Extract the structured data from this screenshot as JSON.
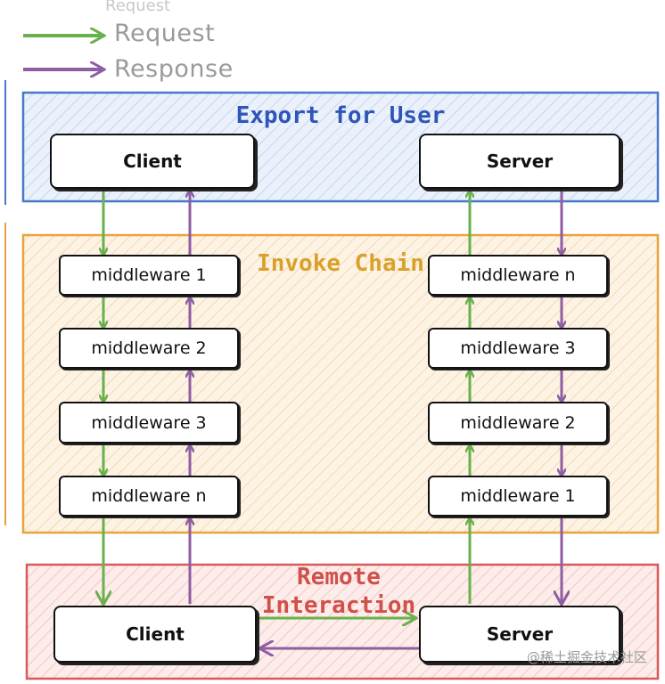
{
  "legend": {
    "ghost_text": "Request",
    "request_label": "Request",
    "response_label": "Response"
  },
  "regions": {
    "export": {
      "title": "Export for User"
    },
    "invoke": {
      "title": "Invoke Chain"
    },
    "remote": {
      "title_line1": "Remote",
      "title_line2": "Interaction"
    }
  },
  "export_boxes": {
    "client": "Client",
    "server": "Server"
  },
  "client_chain": [
    "middleware 1",
    "middleware 2",
    "middleware 3",
    "middleware n"
  ],
  "server_chain": [
    "middleware n",
    "middleware 3",
    "middleware 2",
    "middleware 1"
  ],
  "remote_boxes": {
    "client": "Client",
    "server": "Server"
  },
  "watermark": "@稀土掘金技术社区",
  "colors": {
    "request": "#6ab04c",
    "response": "#8e5ea2",
    "export_border": "#4a78c9",
    "export_title": "#2f55b8",
    "invoke_border": "#e8a33b",
    "invoke_title": "#d9a12c",
    "remote_border": "#d85a5a",
    "remote_title": "#d0504a"
  }
}
